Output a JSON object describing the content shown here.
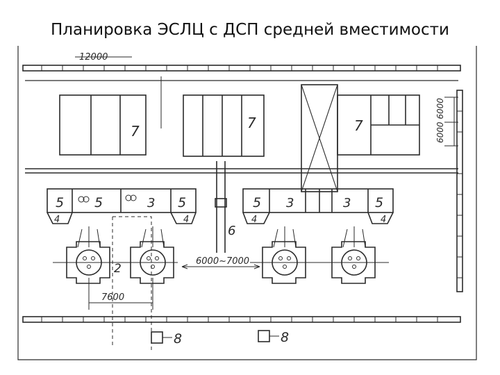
{
  "slide": {
    "title": "Планировка ЭСЛЦ с ДСП средней вместимости"
  },
  "drawing": {
    "dims": {
      "top_span": "12000",
      "right_span": "6000 6000",
      "furnace_gap": "6000~7000",
      "furnace_pitch": "7600"
    },
    "labels": {
      "seven": "7",
      "five": "5",
      "four": "4",
      "three": "3",
      "two": "2",
      "six": "6",
      "eight": "8"
    },
    "colors": {
      "ink": "#2a2a2a",
      "paper": "#ffffff"
    }
  }
}
